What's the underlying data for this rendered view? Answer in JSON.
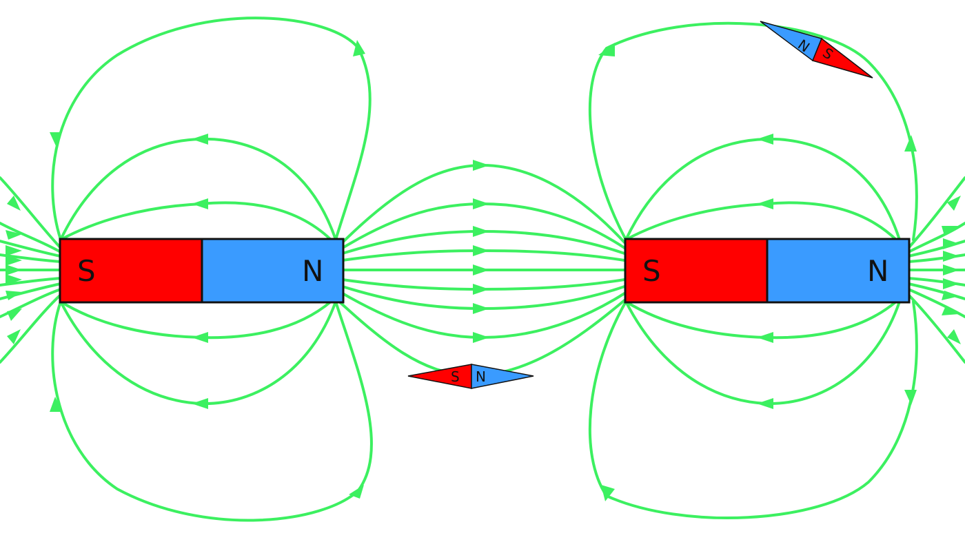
{
  "colors": {
    "background": "#ffffff",
    "field_line": "#3cf060",
    "south_pole": "#ff0000",
    "north_pole": "#3a9bff",
    "outline": "#111111"
  },
  "magnets": [
    {
      "south_label": "S",
      "north_label": "N"
    },
    {
      "south_label": "S",
      "north_label": "N"
    }
  ],
  "compass_needles": [
    {
      "south_label": "S",
      "north_label": "N"
    },
    {
      "south_label": "S",
      "north_label": "N"
    }
  ]
}
